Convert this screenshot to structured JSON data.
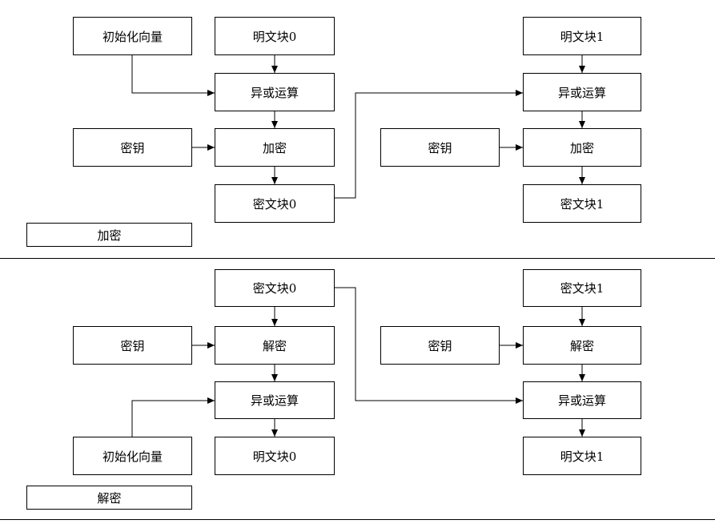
{
  "encryption": {
    "caption": "加密",
    "iv": "初始化向量",
    "plain0": "明文块0",
    "xor0": "异或运算",
    "key0": "密钥",
    "enc0": "加密",
    "cipher0": "密文块0",
    "plain1": "明文块1",
    "xor1": "异或运算",
    "key1": "密钥",
    "enc1": "加密",
    "cipher1": "密文块1"
  },
  "decryption": {
    "caption": "解密",
    "cipher0": "密文块0",
    "key0": "密钥",
    "dec0": "解密",
    "xor0": "异或运算",
    "iv": "初始化向量",
    "plain0": "明文块0",
    "cipher1": "密文块1",
    "key1": "密钥",
    "dec1": "解密",
    "xor1": "异或运算",
    "plain1": "明文块1"
  }
}
